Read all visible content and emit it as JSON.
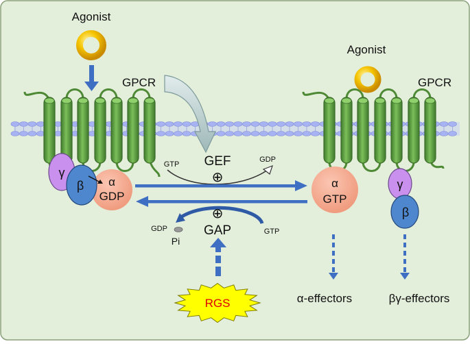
{
  "labels": {
    "agonist_left": "Agonist",
    "agonist_right": "Agonist",
    "gpcr_left": "GPCR",
    "gpcr_right": "GPCR",
    "gef": "GEF",
    "gap": "GAP",
    "gtp_top": "GTP",
    "gdp_top": "GDP",
    "gdp_bottom": "GDP",
    "gtp_bottom": "GTP",
    "pi": "Pi",
    "plus": "⊕",
    "gamma": "γ",
    "beta": "β",
    "alpha": "α",
    "gdp_alpha": "GDP",
    "gtp_alpha": "GTP",
    "rgs": "RGS",
    "alpha_effectors": "α-effectors",
    "bg_effectors": "βγ-effectors"
  },
  "colors": {
    "background": "#e3eedb",
    "membrane": "#a6b2f2",
    "helix": "#5f9a44",
    "arrow_blue": "#3f6fc2",
    "gamma": "#c990ee",
    "beta": "#4f87cf",
    "alpha": "#f7a98c",
    "rgs_fill": "#ffff00",
    "rgs_text": "#e00000",
    "ring": "#f2b800"
  }
}
